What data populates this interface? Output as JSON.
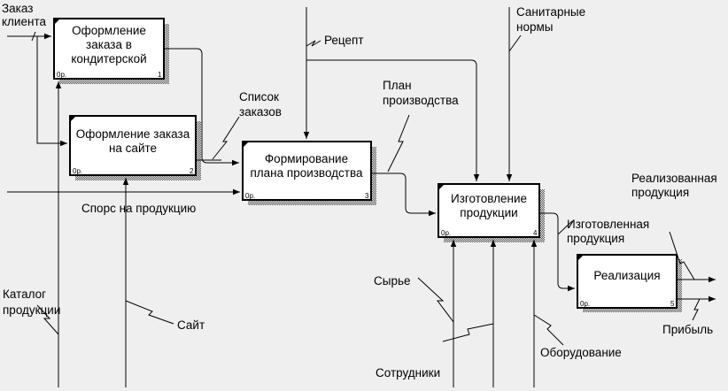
{
  "boxes": [
    {
      "lines": [
        "Оформление",
        "заказа в",
        "кондитерской"
      ],
      "cost": "0р.",
      "num": "1"
    },
    {
      "lines": [
        "Оформление заказа",
        "на сайте"
      ],
      "cost": "0р.",
      "num": "2"
    },
    {
      "lines": [
        "Формирование",
        "плана производства"
      ],
      "cost": "0р.",
      "num": "3"
    },
    {
      "lines": [
        "Изготовление",
        "продукции"
      ],
      "cost": "0р.",
      "num": "4"
    },
    {
      "lines": [
        "Реализация"
      ],
      "cost": "0р.",
      "num": "5"
    }
  ],
  "arrows": {
    "order_line1": "Заказ",
    "order_line2": "клиента",
    "recipe": "Рецепт",
    "sanitary_line1": "Санитарные",
    "sanitary_line2": "нормы",
    "orders_list_line1": "Список",
    "orders_list_line2": "заказов",
    "plan_line1": "План",
    "plan_line2": "производства",
    "demand": "Спорс на продукцию",
    "catalog_line1": "Каталог",
    "catalog_line2": "продукции",
    "site": "Сайт",
    "made_line1": "Изготовленная",
    "made_line2": "продукция",
    "sold_line1": "Реализованная",
    "sold_line2": "продукция",
    "raw": "Сырье",
    "staff": "Сотрудники",
    "equipment": "Оборудование",
    "profit": "Прибыль"
  }
}
